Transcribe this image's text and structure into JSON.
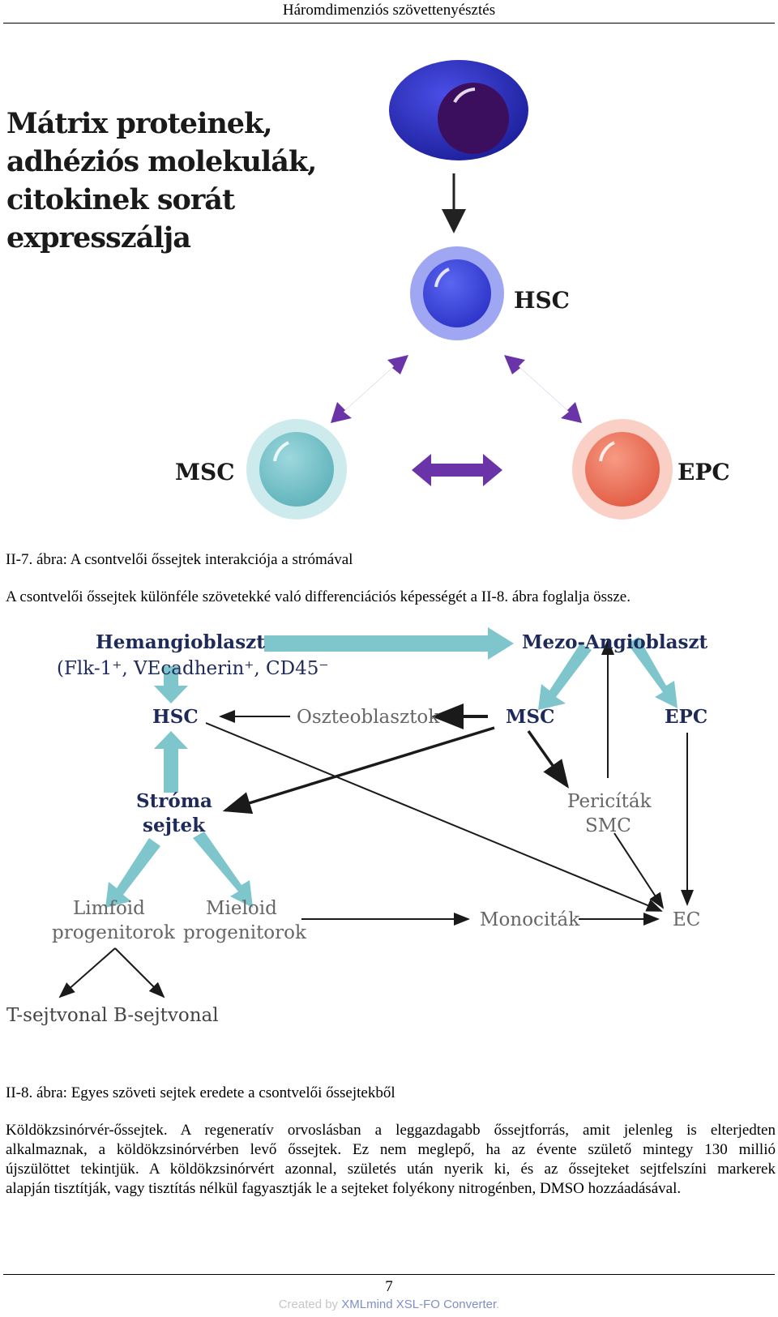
{
  "header": {
    "title": "Háromdimenziós szövettenyésztés"
  },
  "figure1": {
    "headline_lines": [
      "Mátrix proteinek,",
      "adhéziós molekulák,",
      "citokinek sorát",
      "expresszálja"
    ],
    "labels": {
      "hsc": "HSC",
      "msc": "MSC",
      "epc": "EPC"
    },
    "colors": {
      "top_cell": "#2b2fbf",
      "hsc": "#3d49e0",
      "msc": "#7ec5cc",
      "epc": "#f07a62",
      "arrows": "#6a34a8"
    }
  },
  "caption1": "II-7. ábra: A csontvelői őssejtek interakciója a strómával",
  "paragraph1": "A csontvelői őssejtek különféle szövetekké való differenciációs képességét a II-8. ábra foglalja össze.",
  "figure2": {
    "hemangioblast": "Hemangioblaszt",
    "hemangioblast_markers": "(Flk-1⁺, VEcadherin⁺, CD45⁻",
    "mezo_angioblast": "Mezo-Angioblaszt",
    "hsc": "HSC",
    "osteoblasts": "Oszteoblasztok",
    "msc": "MSC",
    "epc": "EPC",
    "stroma_1": "Stróma",
    "stroma_2": "sejtek",
    "pericytes": "Pericíták",
    "smc": "SMC",
    "limfoid_1": "Limfoid",
    "limfoid_2": "progenitorok",
    "mieloid_1": "Mieloid",
    "mieloid_2": "progenitorok",
    "monocytes": "Monociták",
    "ec": "EC",
    "t_line": "T-sejtvonal",
    "b_line": "B-sejtvonal",
    "colors": {
      "teal_arrow": "#7ec5cc",
      "bold_label": "#1e2a5a"
    }
  },
  "caption2": "II-8. ábra: Egyes szöveti sejtek eredete a csontvelői őssejtekből",
  "body_lines": [
    "Köldökzsinórvér-őssejtek. A regeneratív orvoslásban a leggazdagabb őssejtforrás, amit jelenleg is elterjedten",
    "alkalmaznak, a köldökzsinórvérben levő őssejtek. Ez nem meglepő, ha az évente születő mintegy 130 millió",
    "újszülöttet tekintjük. A köldökzsinórvért azonnal, születés után nyerik ki, és az őssejteket sejtfelszíni markerek",
    "alapján tisztítják, vagy tisztítás nélkül fagyasztják le a sejteket folyékony nitrogénben, DMSO hozzáadásával."
  ],
  "footer": {
    "page_number": "7",
    "credit_prefix": "Created by ",
    "credit_link": "XMLmind XSL-FO Converter",
    "credit_suffix": "."
  }
}
